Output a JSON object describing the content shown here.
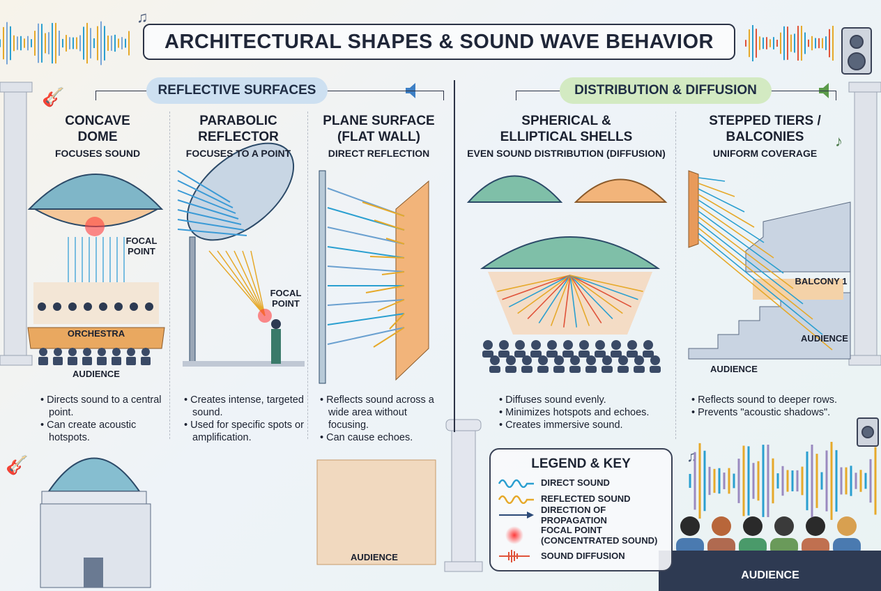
{
  "title": "ARCHITECTURAL SHAPES & SOUND WAVE BEHAVIOR",
  "sections": {
    "reflective": "REFLECTIVE SURFACES",
    "distribution": "DISTRIBUTION & DIFFUSION"
  },
  "columns": [
    {
      "heading_1": "CONCAVE",
      "heading_2": "DOME",
      "subtitle": "FOCUSES SOUND",
      "labels": {
        "focal": "FOCAL POINT",
        "orchestra": "ORCHESTRA",
        "audience": "AUDIENCE"
      },
      "bullets": [
        "Directs sound to a central point.",
        "Can create acoustic hotspots."
      ]
    },
    {
      "heading_1": "PARABOLIC",
      "heading_2": "REFLECTOR",
      "subtitle": "FOCUSES TO A POINT",
      "labels": {
        "focal": "FOCAL POINT"
      },
      "bullets": [
        "Creates intense, targeted sound.",
        "Used for specific spots or amplification."
      ]
    },
    {
      "heading_1": "PLANE SURFACE",
      "heading_2": "(FLAT WALL)",
      "subtitle": "DIRECT REFLECTION",
      "labels": {
        "audience": "AUDIENCE"
      },
      "bullets": [
        "Reflects sound across a wide area without focusing.",
        "Can cause echoes."
      ]
    },
    {
      "heading_1": "SPHERICAL &",
      "heading_2": "ELLIPTICAL SHELLS",
      "subtitle": "EVEN SOUND DISTRIBUTION (DIFFUSION)",
      "bullets": [
        "Diffuses sound evenly.",
        "Minimizes hotspots and echoes.",
        "Creates immersive sound."
      ]
    },
    {
      "heading_1": "STEPPED TIERS /",
      "heading_2": "BALCONIES",
      "subtitle": "UNIFORM COVERAGE",
      "labels": {
        "balcony": "BALCONY 1",
        "audience_upper": "AUDIENCE",
        "audience_lower": "AUDIENCE",
        "audience_bottom": "AUDIENCE"
      },
      "bullets": [
        "Reflects sound to deeper rows.",
        "Prevents \"acoustic shadows\"."
      ]
    }
  ],
  "legend": {
    "title": "LEGEND & KEY",
    "items": [
      {
        "icon": "direct-sound-wave",
        "label": "DIRECT SOUND",
        "color": "#2a9fd0"
      },
      {
        "icon": "reflected-sound-wave",
        "label": "REFLECTED SOUND",
        "color": "#e6a92a"
      },
      {
        "icon": "arrow-right",
        "label": "DIRECTION OF PROPAGATION",
        "color": "#2c4a78"
      },
      {
        "icon": "focal-point-glow",
        "label": "FOCAL POINT",
        "label_2": "(CONCENTRATED SOUND)",
        "color": "#ff3a3a"
      },
      {
        "icon": "sound-diffusion",
        "label": "SOUND DIFFUSION",
        "color": "#e0533a"
      }
    ]
  },
  "colors": {
    "direct": "#2a9fd0",
    "reflected": "#e6a92a",
    "focal": "#ff3a3a",
    "reflective_pill": "#cde0f1",
    "diffusion_pill": "#d3eac2"
  }
}
